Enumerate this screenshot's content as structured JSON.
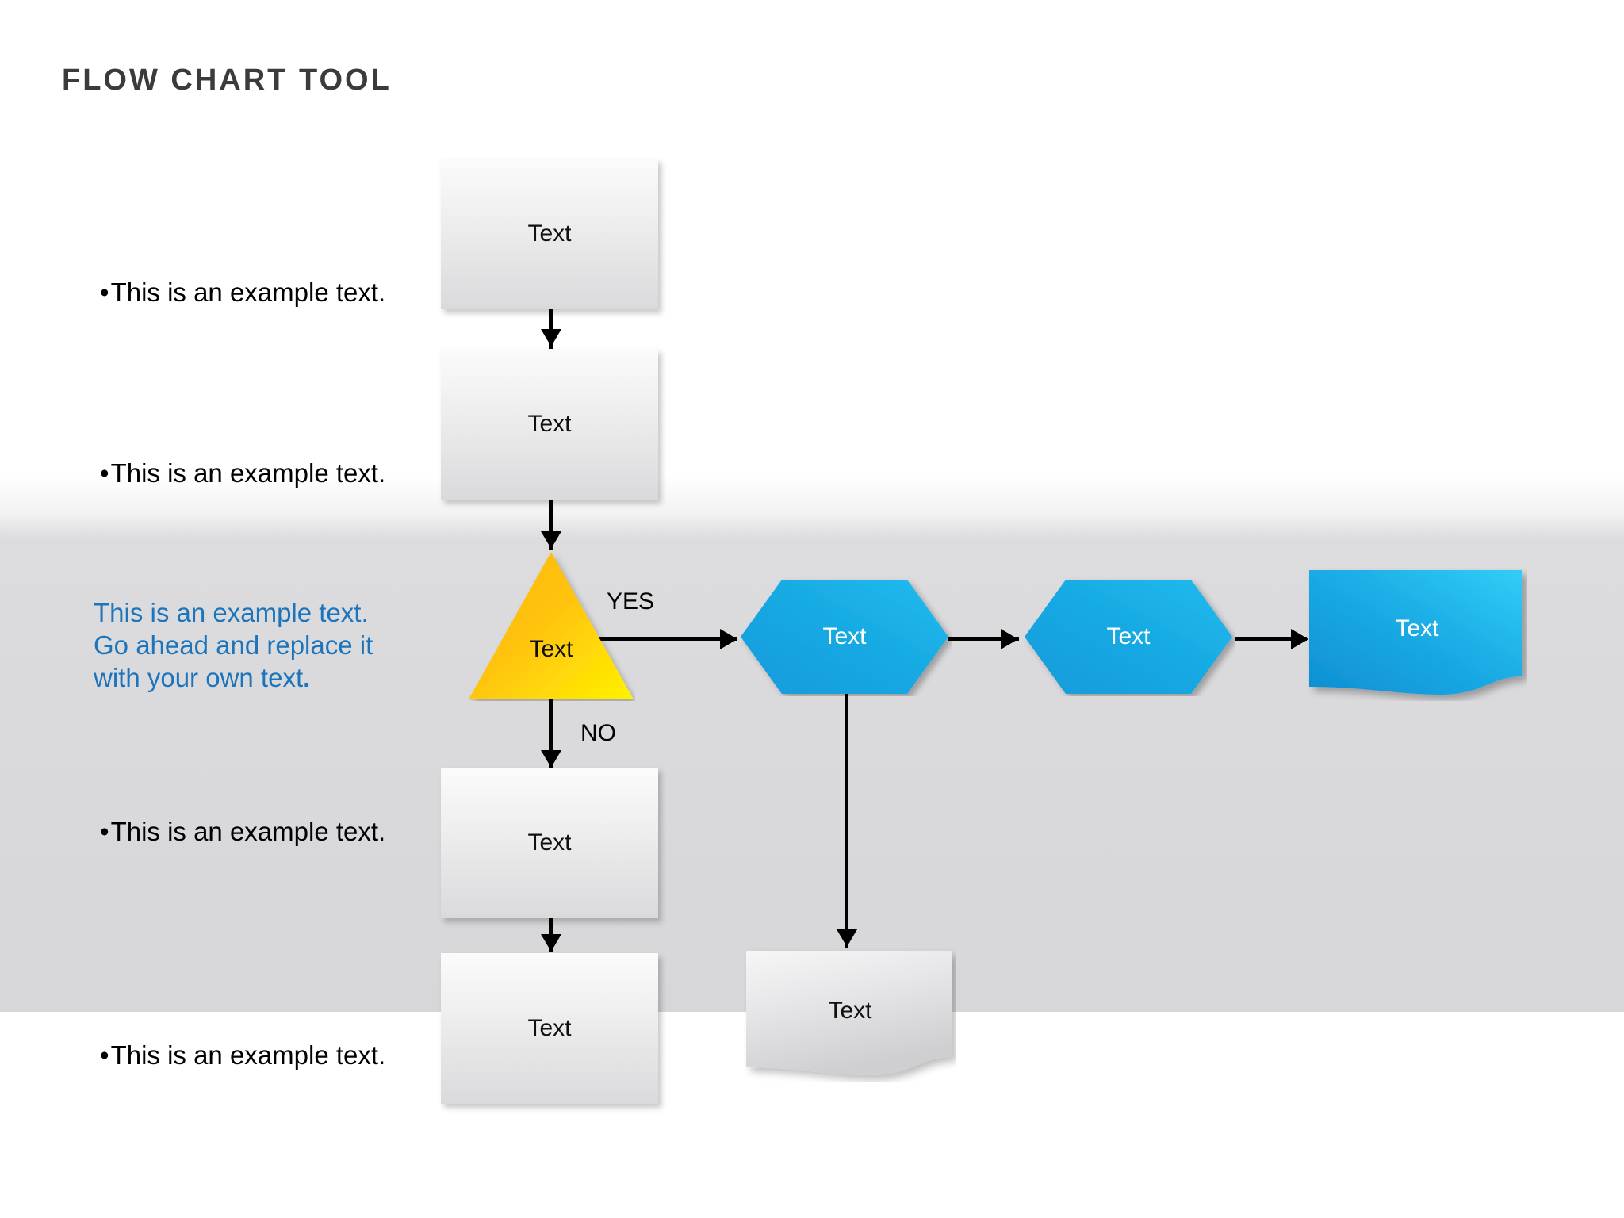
{
  "slide": {
    "title": "FLOW  CHART  TOOL",
    "background_top_color": "#ffffff",
    "background_band_color": "#dcdcde"
  },
  "palette": {
    "title_color": "#3b3b3b",
    "accent_blue": "#17A8E3",
    "accent_blue_dark": "#0D8FD0",
    "accent_blue_light": "#2FC8F5",
    "accent_yellow": "#FFC20E",
    "accent_yellow_bright": "#FFF200",
    "blue_text": "#1C75BC",
    "gray_shape_light": "#fbfbfc",
    "gray_shape_dark": "#dadadc",
    "connector_color": "#000000"
  },
  "notes": {
    "bullets": [
      {
        "marker": "•",
        "text": "This is an example text."
      },
      {
        "marker": "•",
        "text": "This is an example text."
      },
      {
        "marker": "•",
        "text": "This is an example text."
      },
      {
        "marker": "•",
        "text": "This is an example text."
      }
    ],
    "highlight": {
      "line1": "This is an example text.",
      "line2": "Go ahead and replace it",
      "line3": "with your own text",
      "line3_end": "."
    }
  },
  "flow": {
    "nodes": [
      {
        "id": "proc-1",
        "shape": "process",
        "label": "Text"
      },
      {
        "id": "proc-2",
        "shape": "process",
        "label": "Text"
      },
      {
        "id": "decision",
        "shape": "triangle",
        "label": "Text"
      },
      {
        "id": "proc-3",
        "shape": "process",
        "label": "Text"
      },
      {
        "id": "proc-4",
        "shape": "process",
        "label": "Text"
      },
      {
        "id": "hexa-1",
        "shape": "hexagon",
        "label": "Text"
      },
      {
        "id": "hexa-2",
        "shape": "hexagon",
        "label": "Text"
      },
      {
        "id": "doc-blue",
        "shape": "document",
        "label": "Text"
      },
      {
        "id": "doc-gray",
        "shape": "document",
        "label": "Text"
      }
    ],
    "branches": {
      "yes": "YES",
      "no": "NO"
    }
  }
}
